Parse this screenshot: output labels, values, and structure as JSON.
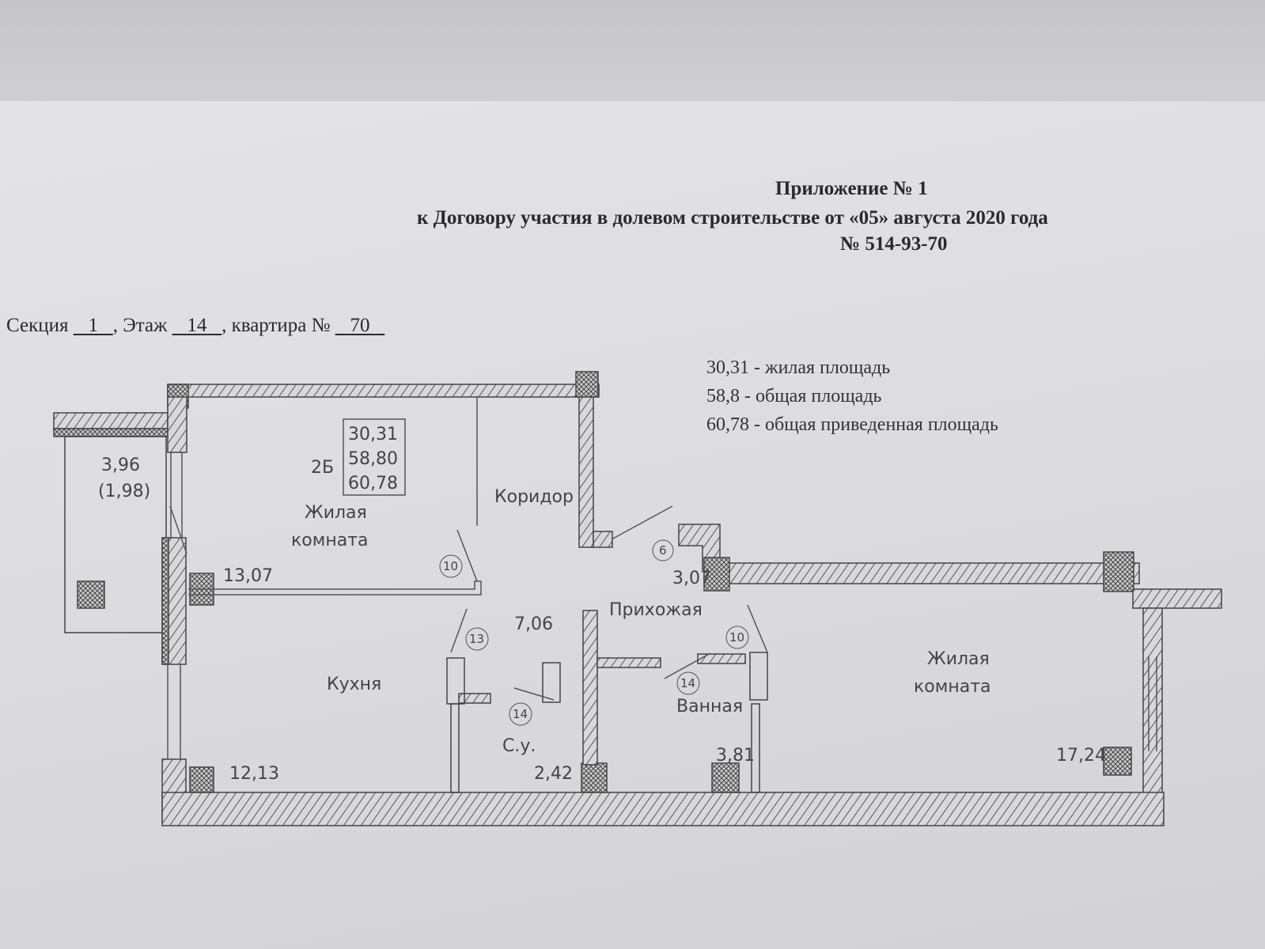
{
  "header": {
    "appendix": "Приложение № 1",
    "contract": "к Договору участия в долевом строительстве от  «05» августа 2020 года",
    "number": "№ 514-93-70"
  },
  "apartment": {
    "section_label": "Секция",
    "section": "1",
    "floor_label": ", Этаж",
    "floor": "14",
    "apt_label": ", квартира №",
    "apt": "70"
  },
  "legend": [
    "30,31 - жилая площадь",
    "58,8 - общая площадь",
    "60,78 - общая приведенная площадь"
  ],
  "plan": {
    "type_code": "2Б",
    "box": [
      "30,31",
      "58,80",
      "60,78"
    ],
    "balcony_area": "3,96",
    "balcony_reduced": "(1,98)",
    "rooms": [
      {
        "name1": "Жилая",
        "name2": "комната",
        "area": "13,07"
      },
      {
        "name": "Коридор"
      },
      {
        "name": "Кухня",
        "area": "12,13"
      },
      {
        "area": "7,06"
      },
      {
        "name": "Прихожая",
        "area": "3,07"
      },
      {
        "name": "С.у.",
        "area": "2,42"
      },
      {
        "name": "Ванная",
        "area": "3,81"
      },
      {
        "name1": "Жилая",
        "name2": "комната",
        "area": "17,24"
      }
    ],
    "markers": [
      "10",
      "13",
      "6",
      "10",
      "14",
      "14"
    ]
  }
}
